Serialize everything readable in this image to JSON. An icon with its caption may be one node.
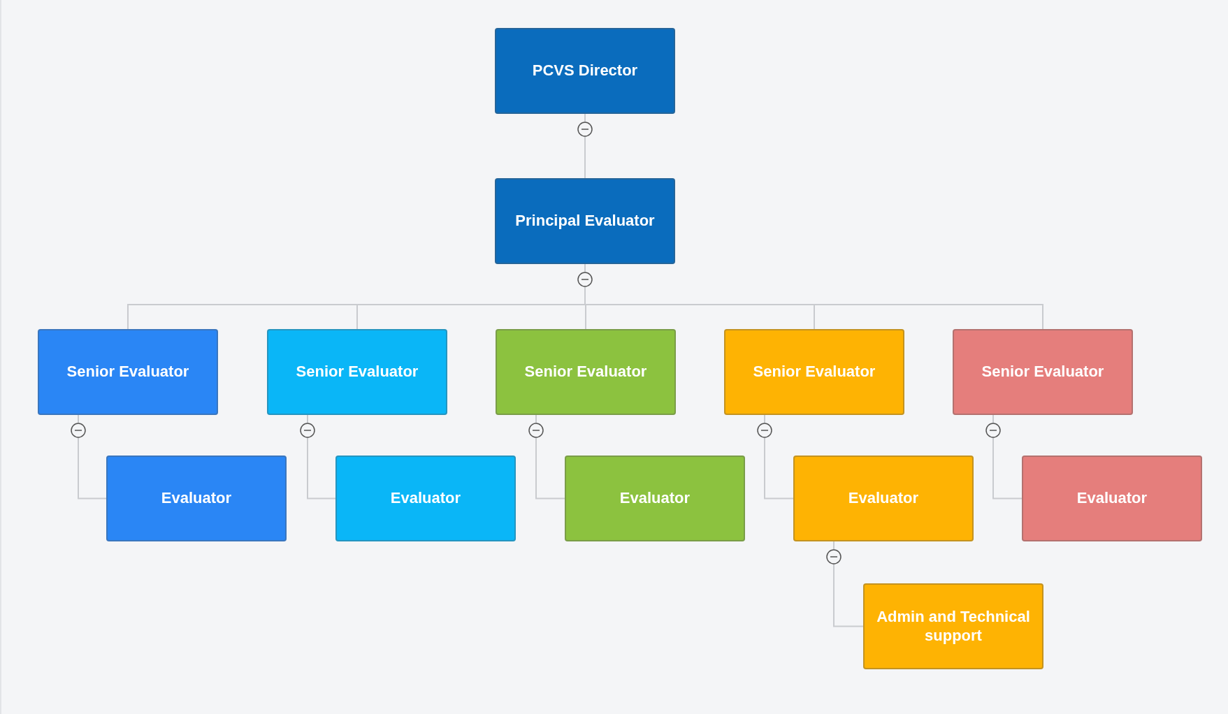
{
  "diagram": {
    "nodes": [
      {
        "text": [
          "PCVS Director"
        ]
      },
      {
        "text": [
          "Principal Evaluator"
        ]
      },
      {
        "text": [
          "Senior Evaluator"
        ]
      },
      {
        "text": [
          "Evaluator"
        ]
      },
      {
        "text": [
          "Senior Evaluator"
        ]
      },
      {
        "text": [
          "Evaluator"
        ]
      },
      {
        "text": [
          "Senior Evaluator"
        ]
      },
      {
        "text": [
          "Evaluator"
        ]
      },
      {
        "text": [
          "Senior Evaluator"
        ]
      },
      {
        "text": [
          "Evaluator"
        ]
      },
      {
        "text": [
          "Admin and Technical support"
        ]
      },
      {
        "text": [
          "Senior Evaluator"
        ]
      },
      {
        "text": [
          "Evaluator"
        ]
      }
    ],
    "edges": [
      {
        "from": 0,
        "to": 1,
        "arrow": "none"
      },
      {
        "from": 1,
        "to": 2,
        "arrow": "none"
      },
      {
        "from": 1,
        "to": 4,
        "arrow": "none"
      },
      {
        "from": 1,
        "to": 6,
        "arrow": "none"
      },
      {
        "from": 1,
        "to": 8,
        "arrow": "none"
      },
      {
        "from": 1,
        "to": 11,
        "arrow": "none"
      },
      {
        "from": 2,
        "to": 3,
        "arrow": "none"
      },
      {
        "from": 4,
        "to": 5,
        "arrow": "none"
      },
      {
        "from": 6,
        "to": 7,
        "arrow": "none"
      },
      {
        "from": 8,
        "to": 9,
        "arrow": "none"
      },
      {
        "from": 9,
        "to": 10,
        "arrow": "none"
      },
      {
        "from": 11,
        "to": 12,
        "arrow": "none"
      }
    ]
  }
}
